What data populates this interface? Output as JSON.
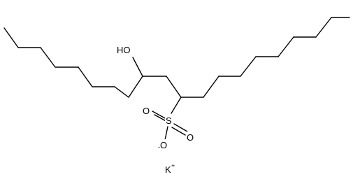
{
  "molecule": {
    "labels": {
      "hydroxyl": "HO",
      "sulfur": "S",
      "oxygen_left": "O",
      "oxygen_right": "O",
      "oxygen_bottom": "O",
      "oxygen_bottom_charge": "-",
      "counterion": "K",
      "counterion_charge": "+"
    }
  }
}
